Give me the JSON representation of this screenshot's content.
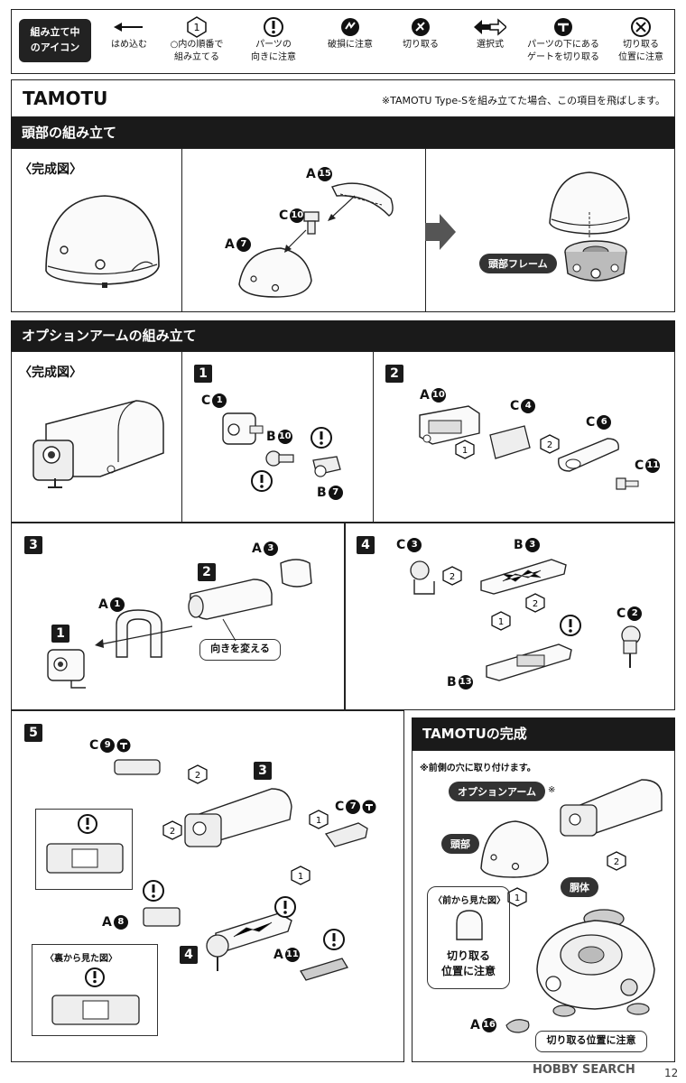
{
  "legend": {
    "tag": [
      "組み立て中",
      "のアイコン"
    ],
    "items": [
      {
        "icon": "arrow-left-icon",
        "label": [
          "はめ込む"
        ]
      },
      {
        "icon": "order-number-icon",
        "label": [
          "○内の順番で",
          "組み立てる"
        ]
      },
      {
        "icon": "exclamation-icon",
        "label": [
          "パーツの",
          "向きに注意"
        ]
      },
      {
        "icon": "break-caution-icon",
        "label": [
          "破損に注意"
        ]
      },
      {
        "icon": "cut-icon",
        "label": [
          "切り取る"
        ]
      },
      {
        "icon": "choice-arrows-icon",
        "label": [
          "選択式"
        ]
      },
      {
        "icon": "gate-cut-icon",
        "label": [
          "パーツの下にある",
          "ゲートを切り取る"
        ]
      },
      {
        "icon": "cut-position-icon",
        "label": [
          "切り取る",
          "位置に注意"
        ]
      }
    ]
  },
  "tamotu": {
    "title": "TAMOTU",
    "note": "※TAMOTU Type-Sを組み立てた場合、この項目を飛ばします。"
  },
  "head": {
    "title": "頭部の組み立て",
    "complete_label": "〈完成図〉",
    "parts": {
      "a15": "A",
      "a15_num": "15",
      "c10": "C",
      "c10_num": "10",
      "a7": "A",
      "a7_num": "7"
    },
    "frame_label": "頭部フレーム"
  },
  "arm": {
    "title": "オプションアームの組み立て",
    "complete_label": "〈完成図〉",
    "step1": {
      "num": "1",
      "c1": "C",
      "c1_num": "1",
      "b10": "B",
      "b10_num": "10",
      "b7": "B",
      "b7_num": "7"
    },
    "step2": {
      "num": "2",
      "a10": "A",
      "a10_num": "10",
      "c4": "C",
      "c4_num": "4",
      "c6": "C",
      "c6_num": "6",
      "c11": "C",
      "c11_num": "11",
      "o1": "1",
      "o2": "2"
    },
    "step3": {
      "num": "3",
      "a3": "A",
      "a3_num": "3",
      "a1": "A",
      "a1_num": "1",
      "s2": "2",
      "s1": "1",
      "turn": "向きを変える"
    },
    "step4": {
      "num": "4",
      "c3": "C",
      "c3_num": "3",
      "b3": "B",
      "b3_num": "3",
      "c2": "C",
      "c2_num": "2",
      "b13": "B",
      "b13_num": "13",
      "o1": "1",
      "o2": "2",
      "o2b": "2"
    },
    "step5": {
      "num": "5",
      "c9": "C",
      "c9_num": "9",
      "c7": "C",
      "c7_num": "7",
      "a8": "A",
      "a8_num": "8",
      "a11": "A",
      "a11_num": "11",
      "s3": "3",
      "s4": "4",
      "o1": "1",
      "o1b": "1",
      "o2": "2",
      "o2b": "2",
      "back_view": "〈裏から見た図〉"
    }
  },
  "complete": {
    "title": "TAMOTUの完成",
    "note": "※前側の穴に取り付けます。",
    "option_arm": "オプションアーム",
    "option_mark": "※",
    "head": "頭部",
    "body": "胴体",
    "front_view": "〈前から見た図〉",
    "cut_note": [
      "切り取る",
      "位置に注意"
    ],
    "a16": "A",
    "a16_num": "16",
    "cut_note2": "切り取る位置に注意",
    "o1": "1",
    "o2": "2"
  },
  "footer": {
    "watermark": "HOBBY SEARCH",
    "page": "12"
  }
}
